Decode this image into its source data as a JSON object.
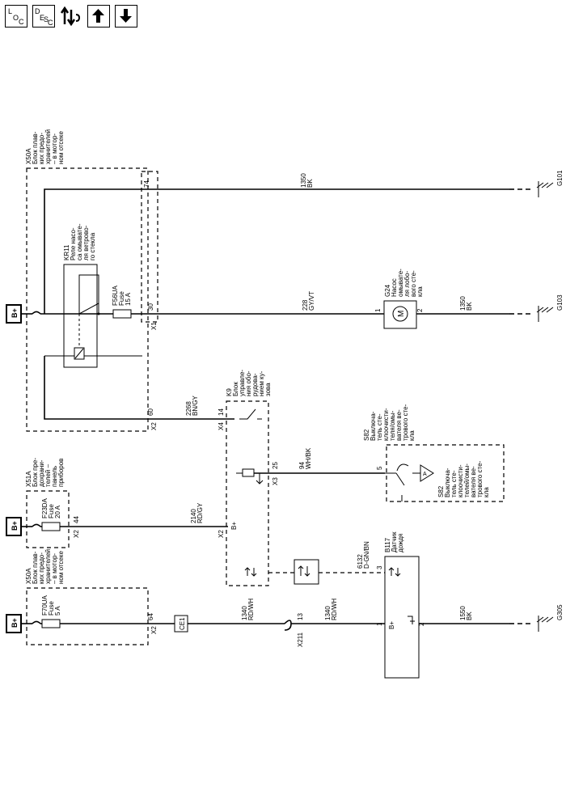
{
  "toolbar": {
    "loc_button": {
      "sup": "L",
      "sub": "O",
      "sub2": "C"
    },
    "desc_button": {
      "sup": "D",
      "sub": "E",
      "sub2": "S",
      "sub3": "C"
    },
    "icons": [
      "swap-arrows-icon",
      "arrow-up-icon",
      "arrow-down-icon"
    ]
  },
  "power": {
    "label": "B+"
  },
  "blocks": {
    "x50a_top": {
      "lines": [
        "X50A",
        "Блок плав-",
        "ких предо-",
        "хранителей",
        "– в мотор-",
        "ном отсеке"
      ]
    },
    "x51a": {
      "lines": [
        "X51A",
        "Блок пре-",
        "дохрани-",
        "телей –",
        "панель",
        "приборов"
      ]
    },
    "x50a_bottom": {
      "lines": [
        "X50A",
        "Блок плав-",
        "ких предо-",
        "хранителей",
        "– в мотор-",
        "ном отсеке"
      ]
    },
    "kr11": {
      "lines": [
        "KR11",
        "Реле насо-",
        "са омывате-",
        "ля ветрово-",
        "го стекла"
      ]
    },
    "k9": {
      "lines": [
        "K9",
        "Блок",
        "управле-",
        "ния обо-",
        "рудова-",
        "нием ку-",
        "зова"
      ]
    },
    "g24": {
      "lines": [
        "G24",
        "Насос",
        "омывате-",
        "ля лобо-",
        "вого сте-",
        "кла"
      ]
    },
    "s82_top": {
      "lines": [
        "S82",
        "Выключа-",
        "тель сте-",
        "клоочисти-",
        "теля/омы-",
        "вателя ве-",
        "трового сте-",
        "кла"
      ]
    },
    "s82_inner": {
      "lines": [
        "S82",
        "Выключа-",
        "тель сте-",
        "клоочисти-",
        "телей/омы-",
        "вателя ве-",
        "трового сте-",
        "кла"
      ]
    },
    "b117": {
      "lines": [
        "B117",
        "Датчик",
        "дождя"
      ]
    }
  },
  "fuses": {
    "f56ua": {
      "name": "F56UA",
      "type": "Fuse",
      "rating": "15 A"
    },
    "f23da": {
      "name": "F23DA",
      "type": "Fuse",
      "rating": "20 A"
    },
    "f70ua": {
      "name": "F70UA",
      "type": "Fuse",
      "rating": "5 A"
    }
  },
  "connectors": {
    "x1": "X1",
    "x2": "X2",
    "x3": "X3",
    "x4": "X4",
    "x211": "X211"
  },
  "pins": {
    "p74": "74",
    "p30": "30",
    "p60": "60",
    "p44": "44",
    "p64": "64",
    "p14": "14",
    "p25": "25",
    "p13": "13",
    "g24_1": "1",
    "g24_2": "2",
    "s82_5": "5",
    "b117_3": "3",
    "b117_1": "1",
    "b117_2": "2",
    "k9_bplus": "B+",
    "b117_bplus": "B+"
  },
  "wires": {
    "w1350_top": {
      "num": "1350",
      "color": "BK"
    },
    "w228": {
      "num": "228",
      "color": "GY/VT"
    },
    "w1350_g103": {
      "num": "1350",
      "color": "BK"
    },
    "w2268": {
      "num": "2268",
      "color": "BN/GY"
    },
    "w94": {
      "num": "94",
      "color": "WH/BK"
    },
    "w2140": {
      "num": "2140",
      "color": "RD/GY"
    },
    "w6132": {
      "num": "6132",
      "color": "D-GN/BN"
    },
    "w1340_a": {
      "num": "1340",
      "color": "RD/WH"
    },
    "w1340_b": {
      "num": "1340",
      "color": "RD/WH"
    },
    "w1550": {
      "num": "1550",
      "color": "BK"
    }
  },
  "grounds": {
    "g101": "G101",
    "g103": "G103",
    "g305": "G305"
  },
  "splice": {
    "ce1": "CE1"
  }
}
